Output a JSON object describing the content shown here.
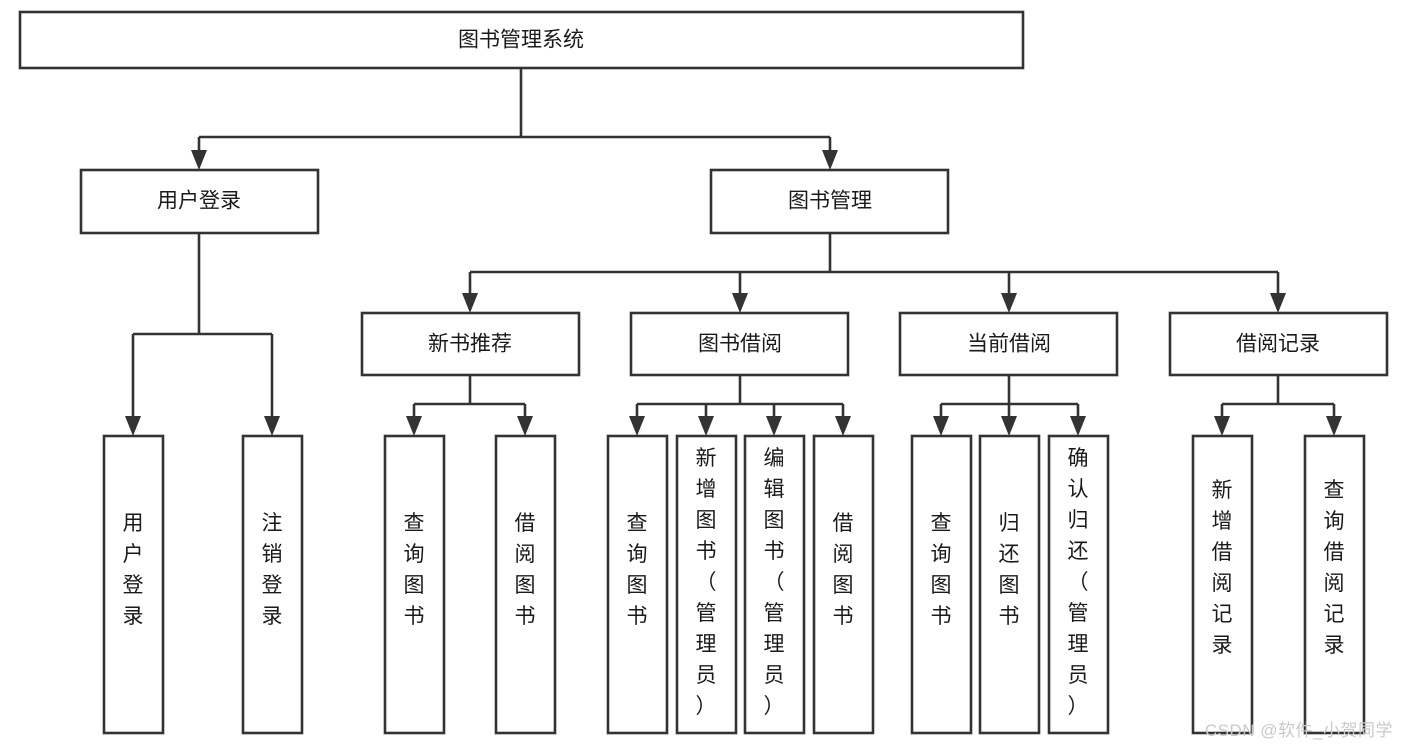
{
  "diagram": {
    "type": "tree-hierarchy",
    "title": "图书管理系统",
    "root": {
      "id": "root",
      "label": "图书管理系统",
      "orientation": "horizontal"
    },
    "level2": [
      {
        "id": "user-login",
        "label": "用户登录",
        "orientation": "horizontal"
      },
      {
        "id": "book-manage",
        "label": "图书管理",
        "orientation": "horizontal"
      }
    ],
    "level3": [
      {
        "id": "new-book-recommend",
        "label": "新书推荐",
        "orientation": "horizontal"
      },
      {
        "id": "book-borrow",
        "label": "图书借阅",
        "orientation": "horizontal"
      },
      {
        "id": "current-borrow",
        "label": "当前借阅",
        "orientation": "horizontal"
      },
      {
        "id": "borrow-record",
        "label": "借阅记录",
        "orientation": "horizontal"
      }
    ],
    "leaves": {
      "user-login": [
        {
          "id": "leaf-user-login",
          "label": "用户登录",
          "lines": [
            "用",
            "户",
            "登",
            "录"
          ]
        },
        {
          "id": "leaf-logout",
          "label": "注销登录",
          "lines": [
            "注",
            "销",
            "登",
            "录"
          ]
        }
      ],
      "new-book-recommend": [
        {
          "id": "leaf-query-book-1",
          "label": "查询图书",
          "lines": [
            "查",
            "询",
            "图",
            "书"
          ]
        },
        {
          "id": "leaf-borrow-book-1",
          "label": "借阅图书",
          "lines": [
            "借",
            "阅",
            "图",
            "书"
          ]
        }
      ],
      "book-borrow": [
        {
          "id": "leaf-query-book-2",
          "label": "查询图书",
          "lines": [
            "查",
            "询",
            "图",
            "书"
          ]
        },
        {
          "id": "leaf-add-book",
          "label": "新增图书（管理员）",
          "lines": [
            "新",
            "增",
            "图",
            "书",
            "（",
            "管",
            "理",
            "员",
            "）"
          ]
        },
        {
          "id": "leaf-edit-book",
          "label": "编辑图书（管理员）",
          "lines": [
            "编",
            "辑",
            "图",
            "书",
            "（",
            "管",
            "理",
            "员",
            "）"
          ]
        },
        {
          "id": "leaf-borrow-book-2",
          "label": "借阅图书",
          "lines": [
            "借",
            "阅",
            "图",
            "书"
          ]
        }
      ],
      "current-borrow": [
        {
          "id": "leaf-query-book-3",
          "label": "查询图书",
          "lines": [
            "查",
            "询",
            "图",
            "书"
          ]
        },
        {
          "id": "leaf-return-book",
          "label": "归还图书",
          "lines": [
            "归",
            "还",
            "图",
            "书"
          ]
        },
        {
          "id": "leaf-confirm-return",
          "label": "确认归还（管理员）",
          "lines": [
            "确",
            "认",
            "归",
            "还",
            "（",
            "管",
            "理",
            "员",
            "）"
          ]
        }
      ],
      "borrow-record": [
        {
          "id": "leaf-add-record",
          "label": "新增借阅记录",
          "lines": [
            "新",
            "增",
            "借",
            "阅",
            "记",
            "录"
          ]
        },
        {
          "id": "leaf-query-record",
          "label": "查询借阅记录",
          "lines": [
            "查",
            "询",
            "借",
            "阅",
            "记",
            "录"
          ]
        }
      ]
    }
  },
  "watermark": {
    "text": "CSDN @软件_小贺同学"
  },
  "colors": {
    "box_stroke": "#333333",
    "box_fill": "#ffffff",
    "text": "#1a1a1a",
    "background": "#ffffff",
    "watermark": "#c9c9c9"
  }
}
